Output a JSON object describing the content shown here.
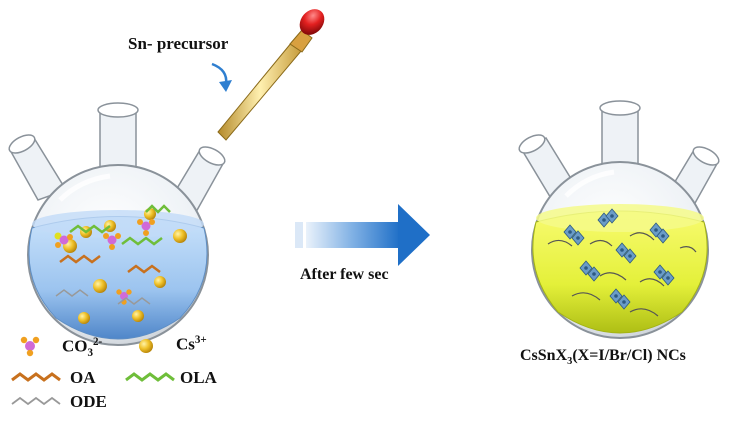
{
  "labels": {
    "precursor": "Sn- precursor",
    "arrow": "After few sec",
    "product_main": "CsSnX",
    "product_sub": "3",
    "product_rest": "(X=I/Br/Cl) NCs"
  },
  "legend": {
    "carbonate_main": "CO",
    "carbonate_sub": "3",
    "carbonate_sup": "2-",
    "cs_main": "Cs",
    "cs_sup": "3+",
    "oa": "OA",
    "ola": "OLA",
    "ode": "ODE"
  },
  "colors": {
    "flask_left_liquid": "#9cc4ef",
    "flask_right_liquid": "#e4f03a",
    "arrow": "#2f7fd0",
    "sphere": "#e3b11d",
    "carbonate": "#d06ad8",
    "oa": "#c8711e",
    "ola": "#6fbe3a",
    "ode": "#999999",
    "nc": "#6a9cc7",
    "dropper_bulb": "#e32020"
  }
}
